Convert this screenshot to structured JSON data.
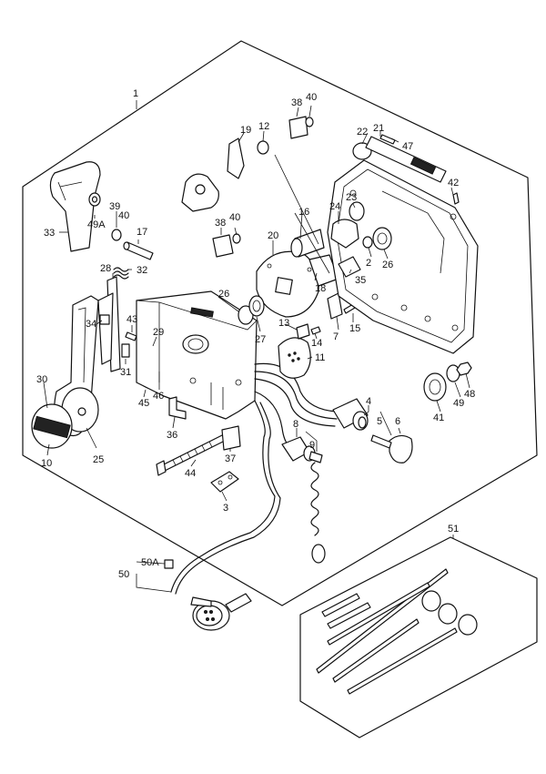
{
  "diagram": {
    "callouts": [
      {
        "id": "1",
        "text": "1"
      },
      {
        "id": "2",
        "text": "2"
      },
      {
        "id": "3",
        "text": "3"
      },
      {
        "id": "4",
        "text": "4"
      },
      {
        "id": "5",
        "text": "5"
      },
      {
        "id": "6",
        "text": "6"
      },
      {
        "id": "7",
        "text": "7"
      },
      {
        "id": "8",
        "text": "8"
      },
      {
        "id": "9",
        "text": "9"
      },
      {
        "id": "10",
        "text": "10"
      },
      {
        "id": "11",
        "text": "11"
      },
      {
        "id": "12",
        "text": "12"
      },
      {
        "id": "13",
        "text": "13"
      },
      {
        "id": "14",
        "text": "14"
      },
      {
        "id": "15",
        "text": "15"
      },
      {
        "id": "16",
        "text": "16"
      },
      {
        "id": "17",
        "text": "17"
      },
      {
        "id": "18",
        "text": "18"
      },
      {
        "id": "19",
        "text": "19"
      },
      {
        "id": "20",
        "text": "20"
      },
      {
        "id": "21",
        "text": "21"
      },
      {
        "id": "22",
        "text": "22"
      },
      {
        "id": "23",
        "text": "23"
      },
      {
        "id": "24",
        "text": "24"
      },
      {
        "id": "25",
        "text": "25"
      },
      {
        "id": "26a",
        "text": "26"
      },
      {
        "id": "26b",
        "text": "26"
      },
      {
        "id": "27",
        "text": "27"
      },
      {
        "id": "28",
        "text": "28"
      },
      {
        "id": "29",
        "text": "29"
      },
      {
        "id": "30",
        "text": "30"
      },
      {
        "id": "31",
        "text": "31"
      },
      {
        "id": "32",
        "text": "32"
      },
      {
        "id": "33",
        "text": "33"
      },
      {
        "id": "34",
        "text": "34"
      },
      {
        "id": "35",
        "text": "35"
      },
      {
        "id": "36",
        "text": "36"
      },
      {
        "id": "37",
        "text": "37"
      },
      {
        "id": "38a",
        "text": "38"
      },
      {
        "id": "38b",
        "text": "38"
      },
      {
        "id": "39",
        "text": "39"
      },
      {
        "id": "40a",
        "text": "40"
      },
      {
        "id": "40b",
        "text": "40"
      },
      {
        "id": "40c",
        "text": "40"
      },
      {
        "id": "41",
        "text": "41"
      },
      {
        "id": "42",
        "text": "42"
      },
      {
        "id": "43",
        "text": "43"
      },
      {
        "id": "44",
        "text": "44"
      },
      {
        "id": "45",
        "text": "45"
      },
      {
        "id": "46",
        "text": "46"
      },
      {
        "id": "47",
        "text": "47"
      },
      {
        "id": "48",
        "text": "48"
      },
      {
        "id": "49",
        "text": "49"
      },
      {
        "id": "49A",
        "text": "49A"
      },
      {
        "id": "50",
        "text": "50"
      },
      {
        "id": "50A",
        "text": "50A"
      },
      {
        "id": "51",
        "text": "51"
      }
    ]
  }
}
